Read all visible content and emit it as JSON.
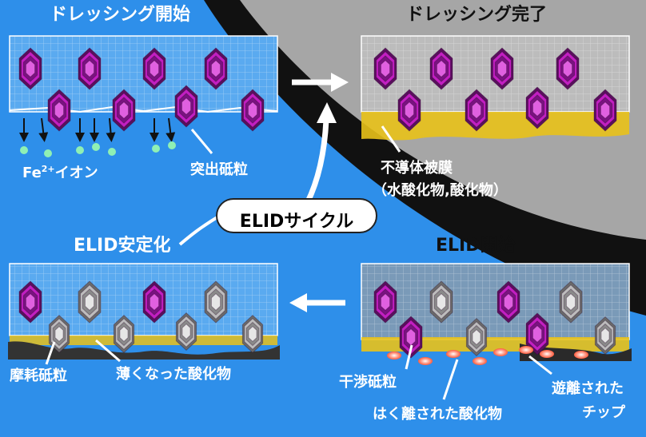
{
  "titles": {
    "dressing_start": "ドレッシング開始",
    "dressing_complete": "ドレッシング完了",
    "elid_start": "ELID開始",
    "elid_stable": "ELID安定化"
  },
  "labels": {
    "fe_ion_prefix": "Fe",
    "fe_ion_sup": "2+",
    "fe_ion_suffix": "イオン",
    "protruding_grains": "突出砥粒",
    "nonconductive_film_1": "不導体被膜",
    "nonconductive_film_2": "（水酸化物,酸化物）",
    "cycle": "ELIDサイクル",
    "worn_grains": "摩耗砥粒",
    "thinned_oxide": "薄くなった酸化物",
    "interfering_grains": "干渉砥粒",
    "peeled_oxide": "はく離された酸化物",
    "released_chips_1": "遊離された",
    "released_chips_2": "チップ"
  },
  "colors": {
    "background_blue": "#2e8fea",
    "dark_band": "#111111",
    "gray_region": "#a6a6a6",
    "grain_purple": "#c21fc2",
    "oxide_yellow": "#e9c21a",
    "ion_green": "#8ff0b4",
    "chip_red": "#ff5a3c"
  }
}
